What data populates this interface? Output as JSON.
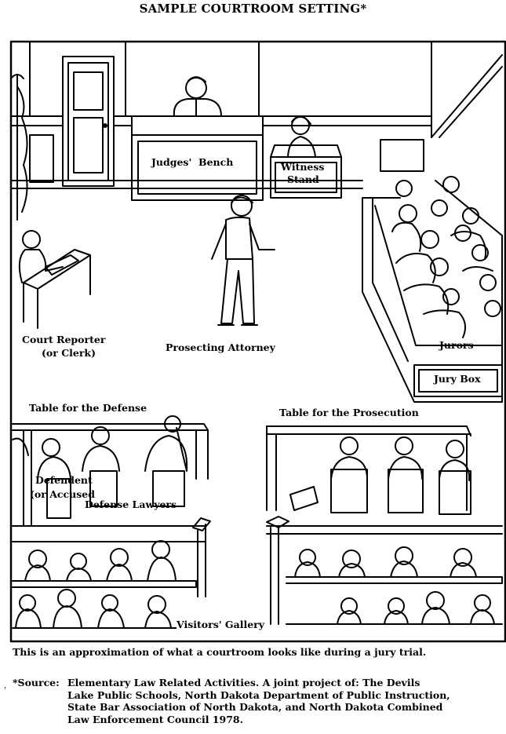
{
  "title": "SAMPLE COURTROOM SETTING*",
  "labels": {
    "judges_bench": "Judges'  Bench",
    "witness_stand_1": "Witness",
    "witness_stand_2": "Stand",
    "court_reporter_1": "Court Reporter",
    "court_reporter_2": "(or Clerk)",
    "prosecuting_attorney": "Prosecting Attorney",
    "jurors": "Jurors",
    "jury_box": "Jury Box",
    "table_defense": "Table for the Defense",
    "table_prosecution": "Table for the Prosecution",
    "defendent_1": "Defendent",
    "defendent_2": "(or Accused",
    "defense_lawyers": "Defense Lawyers",
    "visitors_gallery": "Visitors' Gallery"
  },
  "caption": "This is an approximation of what a courtroom looks like during a jury trial.",
  "source": {
    "mark": ",",
    "key": "*Source:",
    "lines": [
      "Elementary Law Related Activities.  A joint project of:  The Devils",
      "Lake Public Schools, North Dakota Department of Public Instruction,",
      "State Bar Association of North Dakota, and North Dakota Combined",
      "Law Enforcement Council 1978."
    ]
  }
}
